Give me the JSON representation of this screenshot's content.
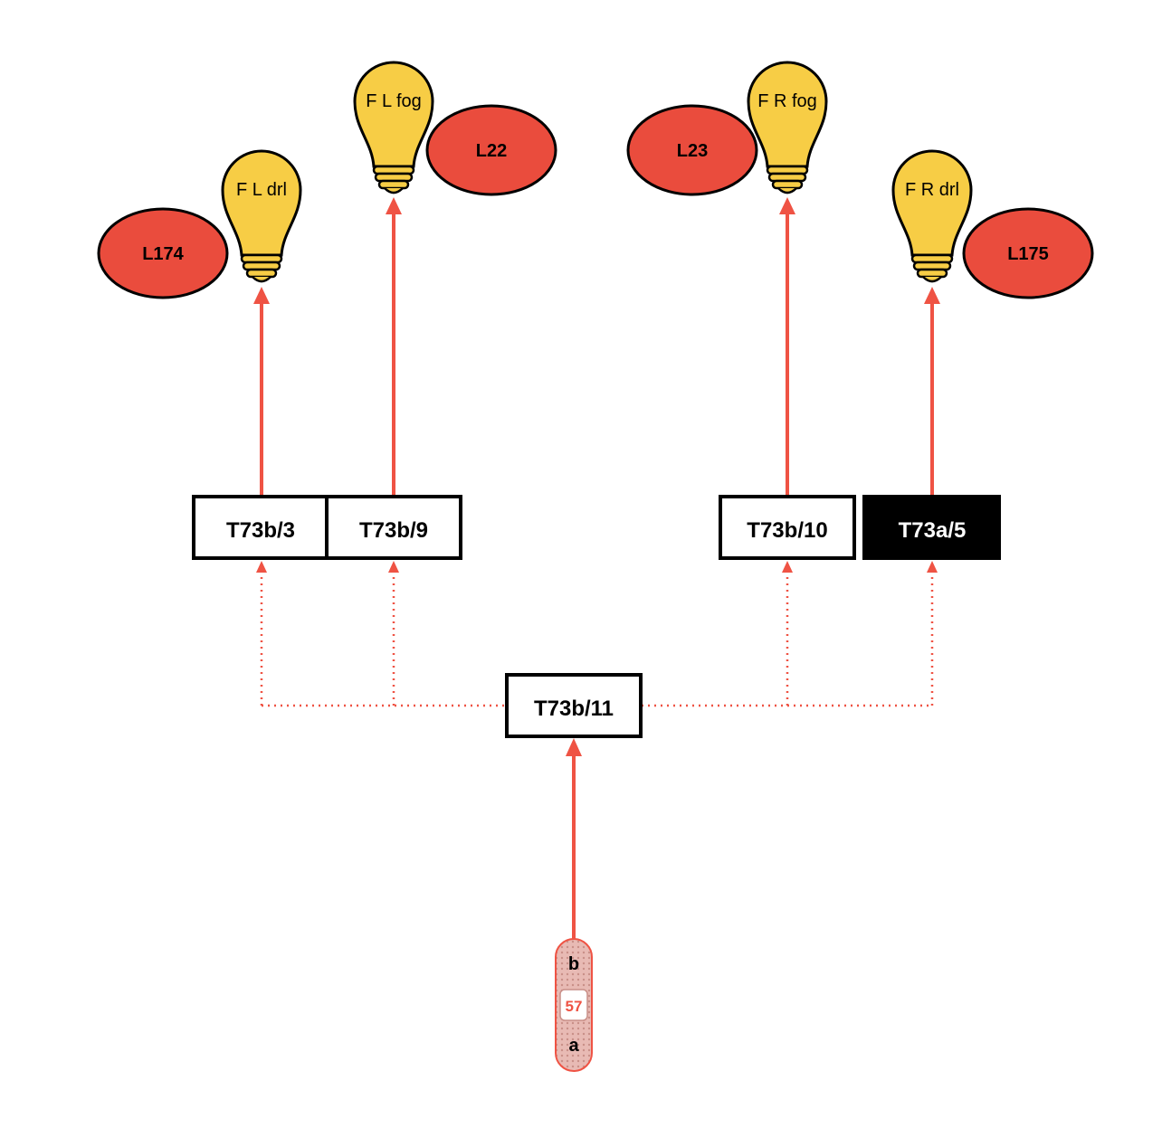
{
  "colors": {
    "wire": "#ef5344",
    "bulb": "#f7cd45",
    "ellipse": "#ea4c3d",
    "box_dark": "#000000",
    "fuse_fill": "#e9bcb6"
  },
  "bulbs": {
    "fl_drl": "F L drl",
    "fl_fog": "F L fog",
    "fr_fog": "F R fog",
    "fr_drl": "F R drl"
  },
  "ellipses": {
    "l174": "L174",
    "l22": "L22",
    "l23": "L23",
    "l175": "L175"
  },
  "connectors": {
    "t73b_3": "T73b/3",
    "t73b_9": "T73b/9",
    "t73b_10": "T73b/10",
    "t73a_5": "T73a/5",
    "t73b_11": "T73b/11"
  },
  "fuse": {
    "top": "b",
    "number": "57",
    "bottom": "a"
  }
}
